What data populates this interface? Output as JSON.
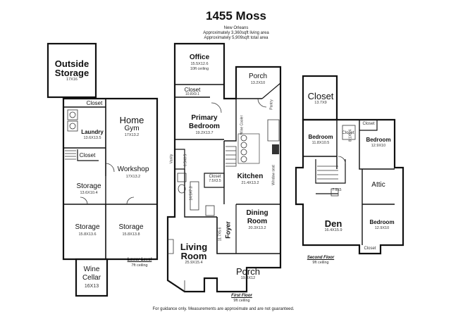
{
  "header": {
    "title": "1455 Moss",
    "city": "New Orleans",
    "living_area": "Approximately 3,360sqft living area",
    "total_area": "Approximately 5,909sqft total area"
  },
  "footer": {
    "disclaimer": "For guidance only. Measurements are approximate and are not guaranteed."
  },
  "lower_level": {
    "label": "Lower Level",
    "ceiling": "7ft ceiling",
    "rooms": {
      "outside_storage": {
        "name_line1": "Outside",
        "name_line2": "Storage",
        "dims": "17X16"
      },
      "closet": {
        "name": "Closet"
      },
      "laundry": {
        "name": "Laundry",
        "dims": "13.6X13.5"
      },
      "home_gym": {
        "name_line1": "Home",
        "name_line2": "Gym",
        "dims": "17X13.2"
      },
      "closet2": {
        "name": "Closet"
      },
      "workshop": {
        "name": "Workshop",
        "dims": "17X13.2"
      },
      "storage1": {
        "name": "Storage",
        "dims": "13.6X10.4"
      },
      "storage2": {
        "name": "Storage",
        "dims": "15.8X13.6"
      },
      "storage3": {
        "name": "Storage",
        "dims": "15.8X13.8"
      },
      "wine_cellar": {
        "name_line1": "Wine",
        "name_line2": "Cellar",
        "dims": "16X13"
      }
    }
  },
  "first_floor": {
    "label": "First Floor",
    "ceiling": "9ft ceiling",
    "rooms": {
      "office": {
        "name": "Office",
        "dims": "15.5X12.6",
        "ceiling": "10ft ceiling"
      },
      "closet": {
        "name": "Closet",
        "dims": "10.8X9.1"
      },
      "porch_top": {
        "name": "Porch",
        "dims": "13.2X10"
      },
      "pantry": {
        "name": "Pantry"
      },
      "primary_bedroom": {
        "name_line1": "Primary",
        "name_line2": "Bedroom",
        "dims": "19.2X13.7"
      },
      "wine_cooler": {
        "name": "Wine Cooler"
      },
      "vanity": {
        "name": "Vanity"
      },
      "vanity_dims": {
        "dims": "6.5X6.5"
      },
      "closet_small": {
        "name": "Closet",
        "dims": "7.5X3.5"
      },
      "bath": {
        "dims": "14.5X7.3"
      },
      "kitchen": {
        "name": "Kitchen",
        "dims": "21.4X13.2"
      },
      "window_seat": {
        "name": "Window seat"
      },
      "dining_room": {
        "name_line1": "Dining",
        "name_line2": "Room",
        "dims": "20.3X13.2"
      },
      "foyer": {
        "name": "Foyer",
        "dims": "11.7X5.6"
      },
      "living_room": {
        "name_line1": "Living",
        "name_line2": "Room",
        "dims": "25.9X15.4"
      },
      "porch_bottom": {
        "name": "Porch",
        "dims": "19.8X12"
      }
    }
  },
  "second_floor": {
    "label": "Second Floor",
    "ceiling": "9ft ceiling",
    "rooms": {
      "closet_top": {
        "name": "Closet",
        "dims": "13.7X9"
      },
      "bedroom1": {
        "name": "Bedroom",
        "dims": "11.8X10.5"
      },
      "closet_a": {
        "name": "Closet"
      },
      "closet_b": {
        "name": "Closet"
      },
      "closet_b_dims": {
        "dims": "8.1X5.4"
      },
      "bedroom2": {
        "name": "Bedroom",
        "dims": "12.9X10"
      },
      "attic": {
        "name": "Attic"
      },
      "hall": {
        "dims": "7.9X5"
      },
      "den": {
        "name": "Den",
        "dims": "16.4X15.9"
      },
      "bedroom3": {
        "name": "Bedroom",
        "dims": "12.9X10"
      },
      "closet_c": {
        "name": "Closet"
      }
    }
  }
}
